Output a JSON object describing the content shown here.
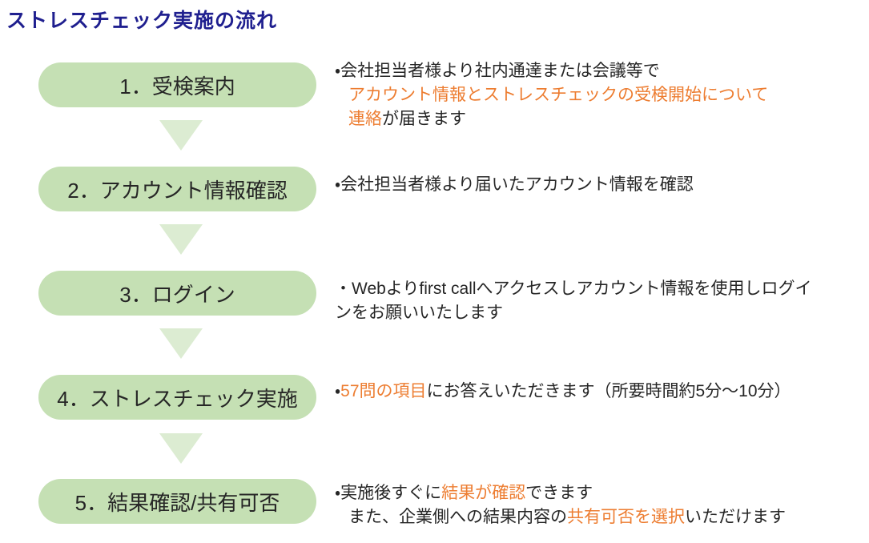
{
  "title": "ストレスチェック実施の流れ",
  "colors": {
    "title_navy": "#1f1f8f",
    "pill_green": "#c5e0b4",
    "arrow_green": "#dcecd2",
    "accent_orange": "#ed7d31",
    "body_text": "#262626"
  },
  "flow": {
    "connector_icon": "triangle-down-icon",
    "connector_count": 4
  },
  "steps": [
    {
      "label": "1．受検案内",
      "lines": [
        {
          "indent": false,
          "segments": [
            {
              "text": "・会社担当者様より社内通達または会議等で",
              "accent": false
            }
          ]
        },
        {
          "indent": true,
          "segments": [
            {
              "text": "アカウント情報とストレスチェックの受検開始について",
              "accent": true
            }
          ]
        },
        {
          "indent": true,
          "segments": [
            {
              "text": "連絡",
              "accent": true
            },
            {
              "text": "が届きます",
              "accent": false
            }
          ]
        }
      ]
    },
    {
      "label": "2．アカウント情報確認",
      "lines": [
        {
          "indent": false,
          "segments": [
            {
              "text": "・会社担当者様より届いたアカウント情報を確認",
              "accent": false
            }
          ]
        }
      ]
    },
    {
      "label": "3．ログイン",
      "lines": [
        {
          "indent": false,
          "segments": [
            {
              "text": "・Webよりfirst callへアクセスしアカウント情報を使用しログイ",
              "accent": false
            }
          ]
        },
        {
          "indent": false,
          "segments": [
            {
              "text": "ンをお願いいたします",
              "accent": false
            }
          ]
        }
      ]
    },
    {
      "label": "4．ストレスチェック実施",
      "lines": [
        {
          "indent": false,
          "segments": [
            {
              "text": "・",
              "accent": false
            },
            {
              "text": "57問の項目",
              "accent": true
            },
            {
              "text": "にお答えいただきます（所要時間約5分～10分）",
              "accent": false
            }
          ]
        }
      ]
    },
    {
      "label": "5．結果確認/共有可否",
      "lines": [
        {
          "indent": false,
          "segments": [
            {
              "text": "・実施後すぐに",
              "accent": false
            },
            {
              "text": "結果が確認",
              "accent": true
            },
            {
              "text": "できます",
              "accent": false
            }
          ]
        },
        {
          "indent": true,
          "segments": [
            {
              "text": "また、企業側への結果内容の",
              "accent": false
            },
            {
              "text": "共有可否を選択",
              "accent": true
            },
            {
              "text": "いただけます",
              "accent": false
            }
          ]
        }
      ]
    }
  ]
}
